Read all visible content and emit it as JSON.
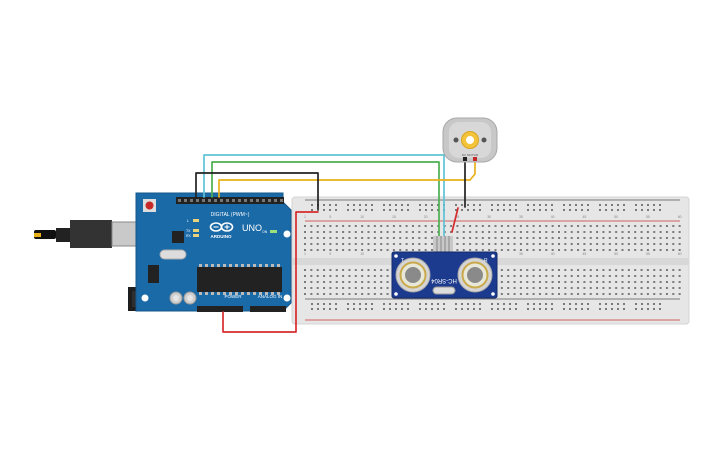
{
  "arduino": {
    "brand": "ARDUINO",
    "model": "UNO",
    "digital_label": "DIGITAL (PWM~)",
    "power_label": "POWER",
    "analog_label": "ANALOG IN",
    "on_label": "ON",
    "tx_label": "TX",
    "rx_label": "RX",
    "l_label": "L"
  },
  "sensor": {
    "model": "HC-SR04",
    "left_can": "T",
    "right_can": "R"
  },
  "motor": {
    "label": "DC MOTOR"
  },
  "breadboard": {
    "column_numbers": [
      "1",
      "5",
      "10",
      "15",
      "20",
      "25",
      "30",
      "35",
      "40",
      "45",
      "50",
      "55",
      "60"
    ]
  },
  "colors": {
    "board_blue": "#1b6aa8",
    "breadboard": "#e6e6e6",
    "sensor_blue": "#1c3b8e",
    "wire_red": "#d62d2d",
    "wire_black": "#222222",
    "wire_yellow": "#e8b11a",
    "wire_green": "#4caf50",
    "wire_teal": "#5ec3d6"
  }
}
